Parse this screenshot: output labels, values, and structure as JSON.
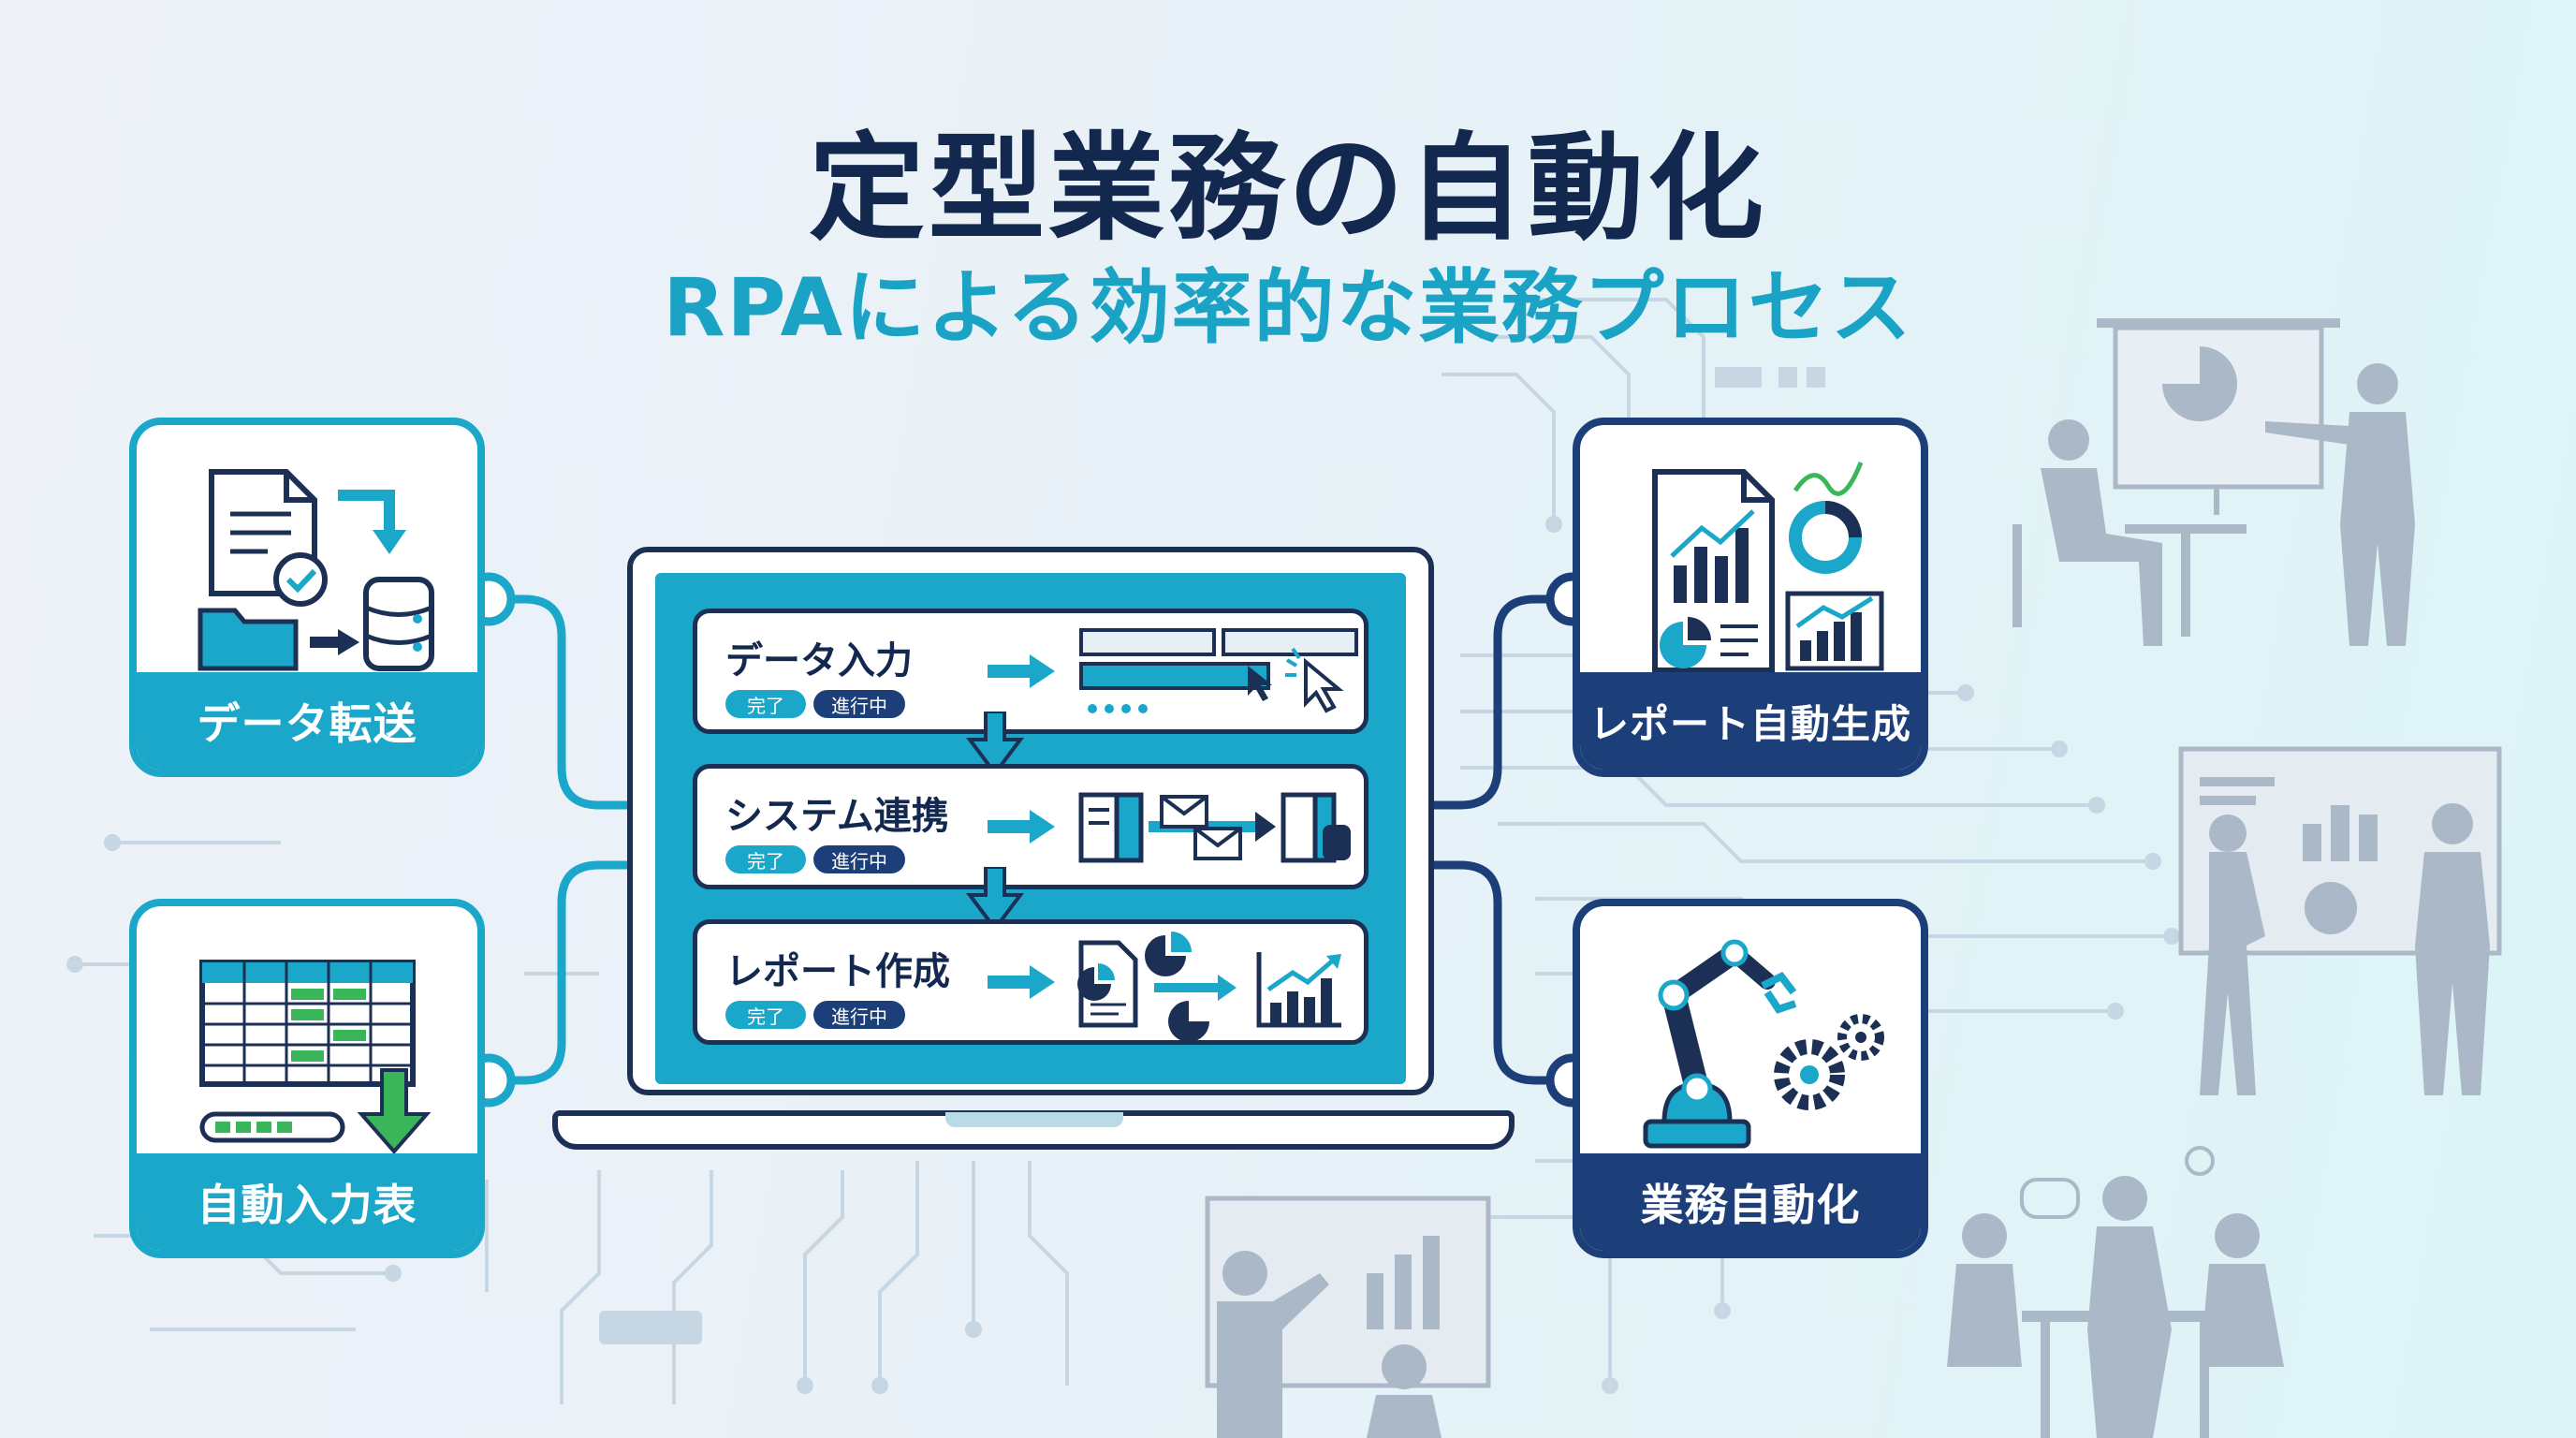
{
  "title": "定型業務の自動化",
  "subtitle": "RPAによる効率的な業務プロセス",
  "cards": [
    {
      "label": "データ転送",
      "theme": "teal",
      "icon": "file-folder-database-icon"
    },
    {
      "label": "自動入力表",
      "theme": "teal",
      "icon": "spreadsheet-download-icon"
    },
    {
      "label": "レポート自動生成",
      "theme": "navy",
      "icon": "report-charts-icon"
    },
    {
      "label": "業務自動化",
      "theme": "navy",
      "icon": "robot-arm-gears-icon"
    }
  ],
  "laptop": {
    "steps": [
      {
        "name": "データ入力",
        "done": "完了",
        "progress": "進行中",
        "icon": "form-input-cursor-icon"
      },
      {
        "name": "システム連携",
        "done": "完了",
        "progress": "進行中",
        "icon": "server-mail-transfer-icon"
      },
      {
        "name": "レポート作成",
        "done": "完了",
        "progress": "進行中",
        "icon": "document-pie-bar-chart-icon"
      }
    ]
  },
  "colors": {
    "navy": "#1c3f7a",
    "teal": "#1aa7c9",
    "green": "#3bb55a",
    "title": "#13284f"
  }
}
